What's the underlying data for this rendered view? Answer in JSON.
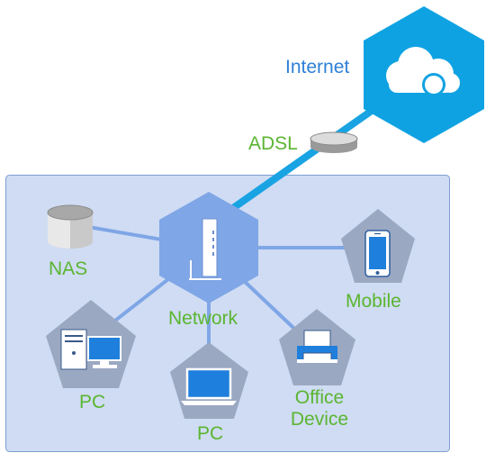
{
  "internet": {
    "label": "Internet",
    "icon": "cloud-icon"
  },
  "adsl": {
    "label": "ADSL",
    "icon": "modem-icon"
  },
  "network": {
    "label": "Network",
    "icon": "router-icon"
  },
  "nas": {
    "label": "NAS",
    "icon": "disk-storage-icon"
  },
  "mobile": {
    "label": "Mobile",
    "icon": "smartphone-icon"
  },
  "pc_left": {
    "label": "PC",
    "icon": "desktop-computer-icon"
  },
  "pc_bottom": {
    "label": "PC",
    "icon": "laptop-icon"
  },
  "office": {
    "label_line1": "Office",
    "label_line2": "Device",
    "icon": "printer-icon"
  },
  "colors": {
    "lan_fill": "#cfdcf3",
    "hexagon": "#7fa6e6",
    "pentagon": "#9aa8c2",
    "wan_link": "#1aa3e3",
    "internet_hex": "#0fa2e2",
    "label_green": "#5bb531",
    "label_blue": "#2f80d6"
  }
}
